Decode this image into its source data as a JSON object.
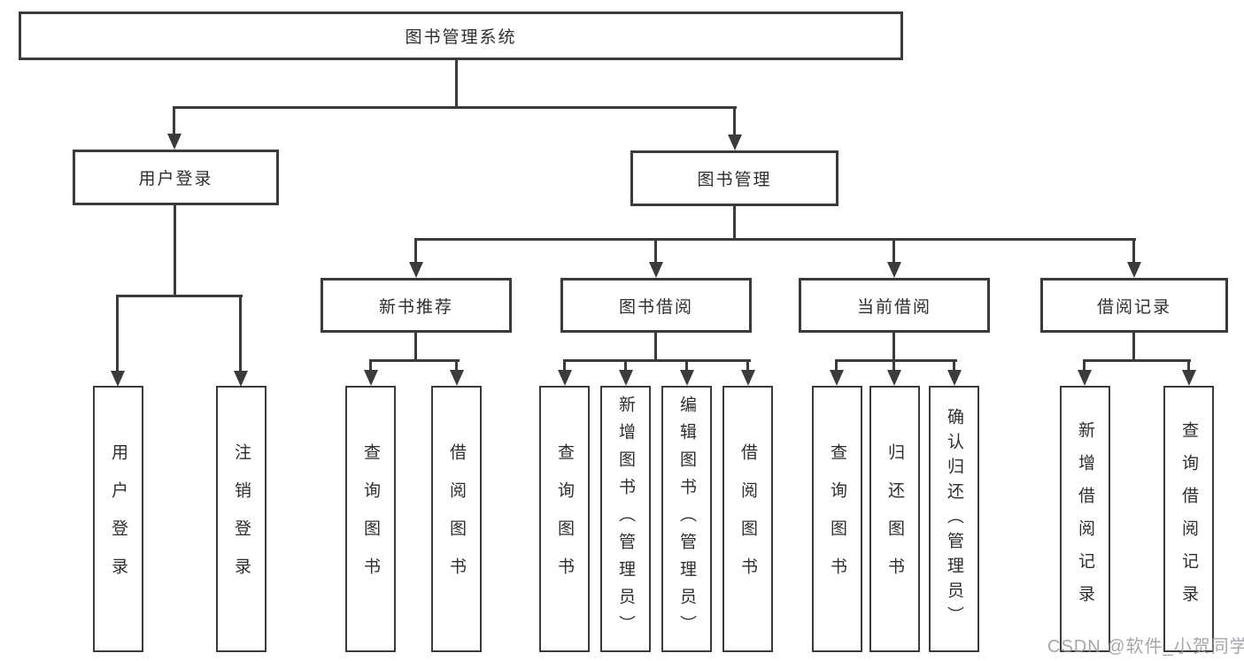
{
  "title": "图书管理系统",
  "nodes": {
    "root": {
      "label": "图书管理系统"
    },
    "level2": [
      {
        "label": "用户登录"
      },
      {
        "label": "图书管理"
      }
    ],
    "level3": [
      {
        "label": "新书推荐",
        "parent": "图书管理"
      },
      {
        "label": "图书借阅",
        "parent": "图书管理"
      },
      {
        "label": "当前借阅",
        "parent": "图书管理"
      },
      {
        "label": "借阅记录",
        "parent": "图书管理"
      }
    ],
    "leaves": [
      {
        "label": "用户登录",
        "parent": "用户登录"
      },
      {
        "label": "注销登录",
        "parent": "用户登录"
      },
      {
        "label": "查询图书",
        "parent": "新书推荐"
      },
      {
        "label": "借阅图书",
        "parent": "新书推荐"
      },
      {
        "label": "查询图书",
        "parent": "图书借阅"
      },
      {
        "label": "新增图书（管理员）",
        "parent": "图书借阅"
      },
      {
        "label": "编辑图书（管理员）",
        "parent": "图书借阅"
      },
      {
        "label": "借阅图书",
        "parent": "图书借阅"
      },
      {
        "label": "查询图书",
        "parent": "当前借阅"
      },
      {
        "label": "归还图书",
        "parent": "当前借阅"
      },
      {
        "label": "确认归还（管理员）",
        "parent": "当前借阅"
      },
      {
        "label": "新增借阅记录",
        "parent": "借阅记录"
      },
      {
        "label": "查询借阅记录",
        "parent": "借阅记录"
      }
    ]
  },
  "watermark": "CSDN @软件_小贺同学",
  "colors": {
    "line": "#3b3b3b",
    "box_border": "#3b3b3b",
    "box_fill": "#ffffff",
    "text": "#2e2e2e",
    "watermark": "#98969d"
  }
}
